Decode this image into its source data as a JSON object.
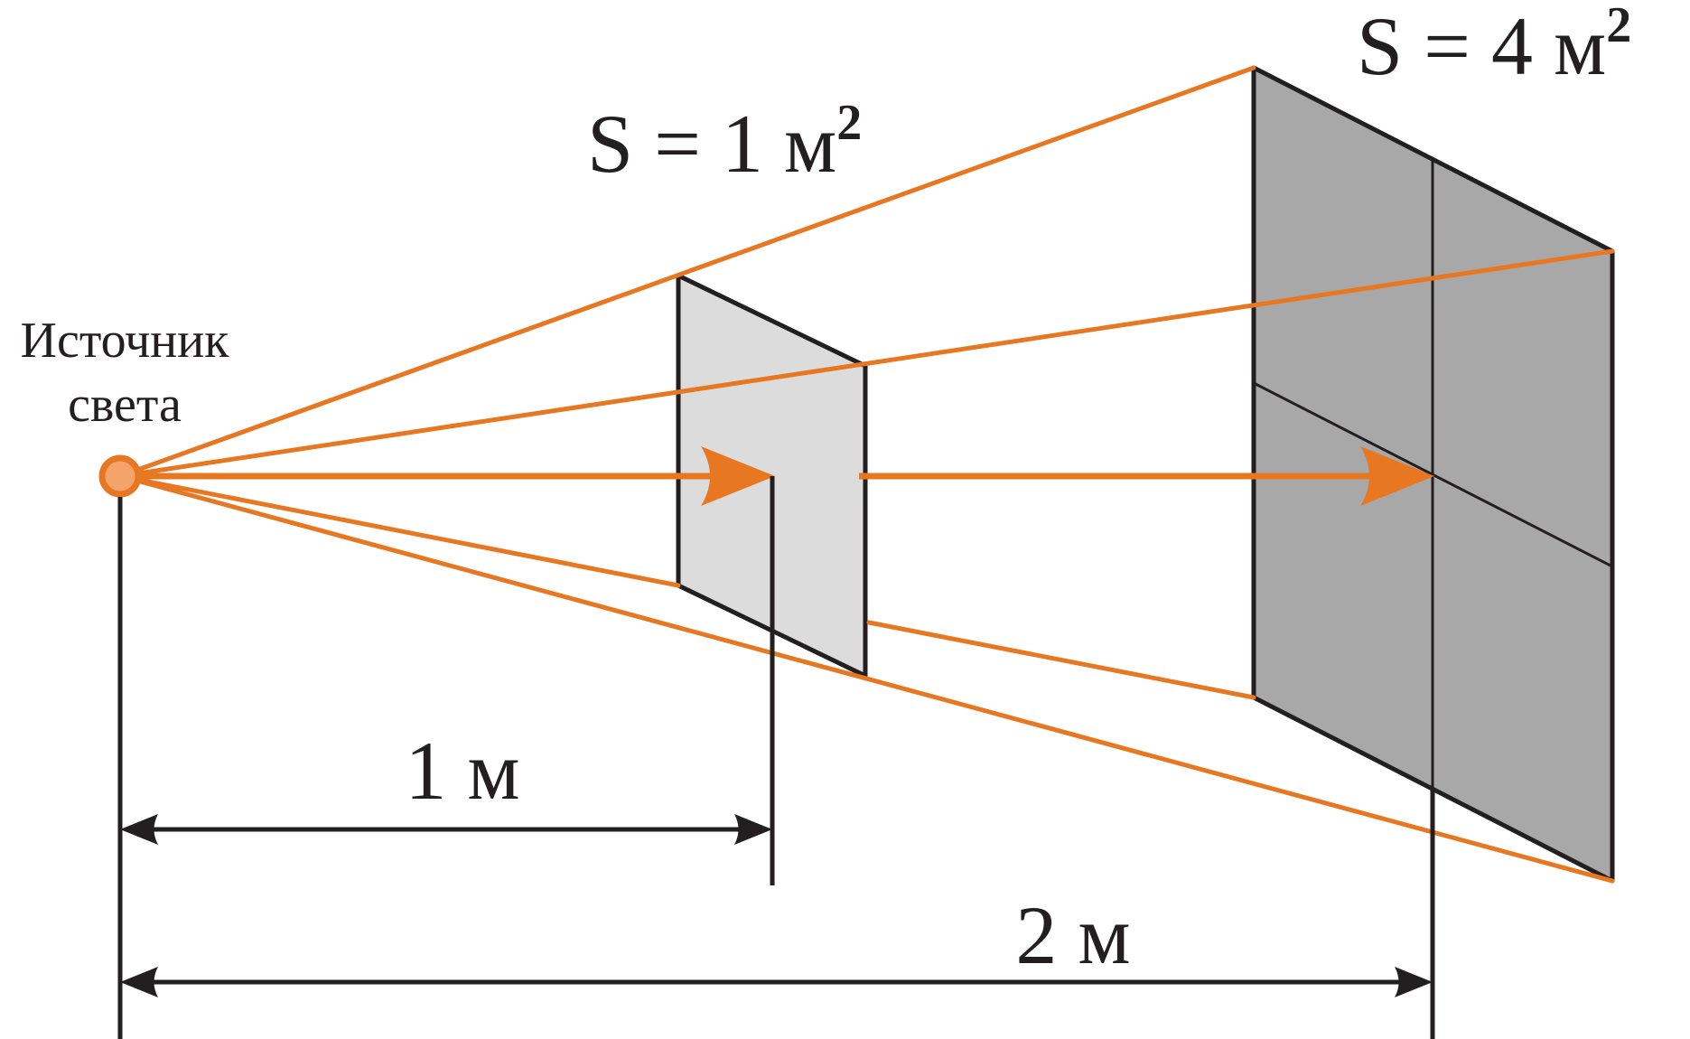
{
  "source_label": {
    "line1": "Источник",
    "line2": "света"
  },
  "panel_small": {
    "area_label": "S = 1 м",
    "area_exponent": "2"
  },
  "panel_large": {
    "area_label": "S = 4 м",
    "area_exponent": "2"
  },
  "distances": {
    "near": "1 м",
    "far": "2 м"
  },
  "colors": {
    "ray": "#e87722",
    "outline": "#231f20",
    "panel_small_fill": "#dcdcdc",
    "panel_large_fill": "#a8a8a8"
  }
}
